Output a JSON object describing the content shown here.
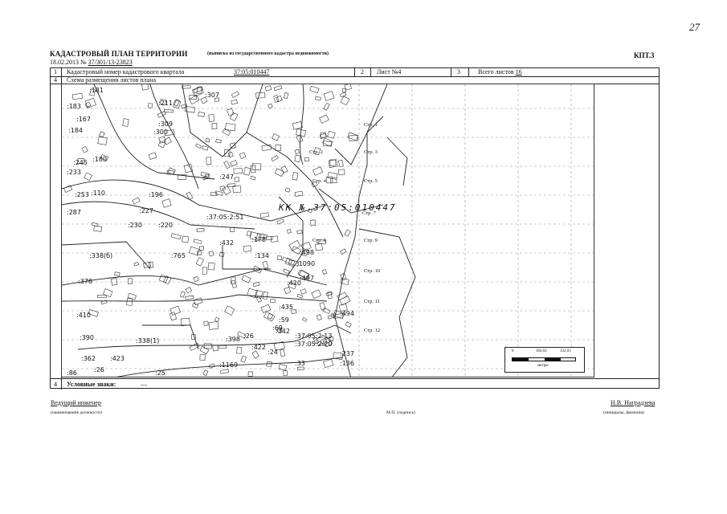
{
  "page_number": "27",
  "header": {
    "title": "КАДАСТРОВЫЙ ПЛАН ТЕРРИТОРИИ",
    "subtitle": "(выписка из государственного кадастра недвижимости)",
    "form_code": "КПТ.3",
    "date": "18.02.2013",
    "number_prefix": "№",
    "number": "37/301/13-23823"
  },
  "table": {
    "row1": {
      "index": "1",
      "label": "Кадастровый номер кадастрового квартала",
      "value": "37:05:010447",
      "sheet_index": "2",
      "sheet_label": "Лист №",
      "sheet_value": "4",
      "total_index": "3",
      "total_label": "Всего листов",
      "total_value": "16"
    },
    "row2": {
      "index": "4",
      "label": "Схема размещения листов плана"
    },
    "row3": {
      "index": "4",
      "label": "Условные знаки:",
      "value": "—"
    }
  },
  "map": {
    "quarter_label": "КК № 37:05:010447",
    "sheets": [
      "Стр. 1",
      "Стр. 2",
      "Стр. 3",
      "Стр. 4",
      "Стр. 5",
      "Стр. 7",
      "Стр. 8",
      "Стр. 9",
      "Стр. 10",
      "Стр. 11",
      "Стр. 12"
    ],
    "parcels": [
      ":181",
      ":183",
      ":307",
      ":211",
      ":167",
      ":184",
      ":300",
      ":309",
      ":245",
      ":180",
      ":233",
      ":253",
      ":110",
      ":196",
      ":227",
      ":230",
      ":220",
      ":287",
      ":338(б)",
      ":765",
      ":247",
      ":178",
      ":432",
      ":134",
      ":1090",
      ":420",
      ":497",
      ":498",
      ":378",
      ":410",
      ":390",
      ":338(1)",
      ":423",
      ":362",
      ":26",
      ":25",
      ":86",
      ":494",
      ":237",
      ":136",
      ":435",
      ":33",
      ":59",
      ":342",
      ":24",
      ":69",
      ":422",
      ":398",
      ":26",
      ":1169",
      ":37:05:2:51",
      ":37:05:2:13",
      ":37:05:2:20"
    ],
    "scale": {
      "ticks": [
        "0",
        "166,02",
        "332,03"
      ],
      "unit": "метры"
    }
  },
  "footer": {
    "position": "Ведущий инженер",
    "position_caption": "(наименование должности)",
    "stamp_caption": "М.П. (подпись)",
    "name": "Н.В. Наградзева",
    "name_caption": "(инициалы, фамилия)"
  }
}
